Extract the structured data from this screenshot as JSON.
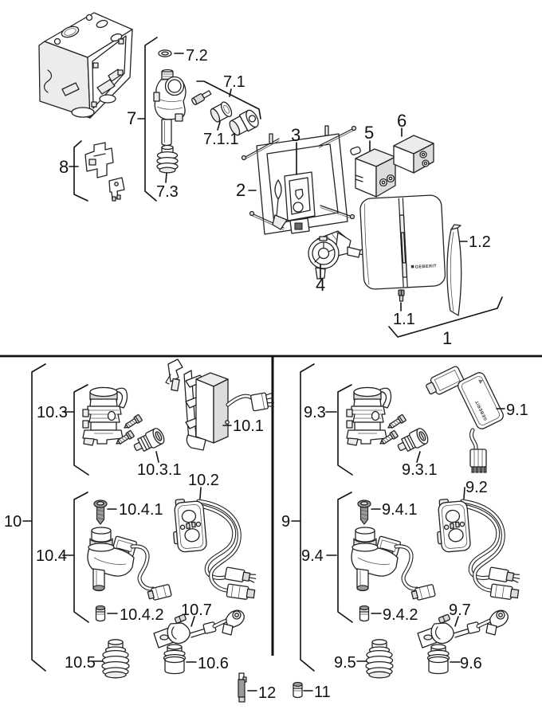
{
  "diagram": {
    "background": "#ffffff",
    "line_color": "#222222",
    "divider_color": "#111111",
    "brand_plate_text": "GEBERIT",
    "brand_psu_text": "GEBERIT"
  },
  "top_section": {
    "labels": {
      "p1": "1",
      "p1_1": "1.1",
      "p1_2": "1.2",
      "p2": "2",
      "p3": "3",
      "p4": "4",
      "p5": "5",
      "p6": "6",
      "p7": "7",
      "p7_1": "7.1",
      "p7_1_1": "7.1.1",
      "p7_2": "7.2",
      "p7_3": "7.3",
      "p8": "8"
    }
  },
  "kit_left": {
    "labels": {
      "p10": "10",
      "p10_1": "10.1",
      "p10_2": "10.2",
      "p10_3": "10.3",
      "p10_3_1": "10.3.1",
      "p10_4": "10.4",
      "p10_4_1": "10.4.1",
      "p10_4_2": "10.4.2",
      "p10_5": "10.5",
      "p10_6": "10.6",
      "p10_7": "10.7",
      "p12": "12"
    }
  },
  "kit_right": {
    "labels": {
      "p9": "9",
      "p9_1": "9.1",
      "p9_2": "9.2",
      "p9_3": "9.3",
      "p9_3_1": "9.3.1",
      "p9_4": "9.4",
      "p9_4_1": "9.4.1",
      "p9_4_2": "9.4.2",
      "p9_5": "9.5",
      "p9_6": "9.6",
      "p9_7": "9.7",
      "p11": "11"
    }
  }
}
